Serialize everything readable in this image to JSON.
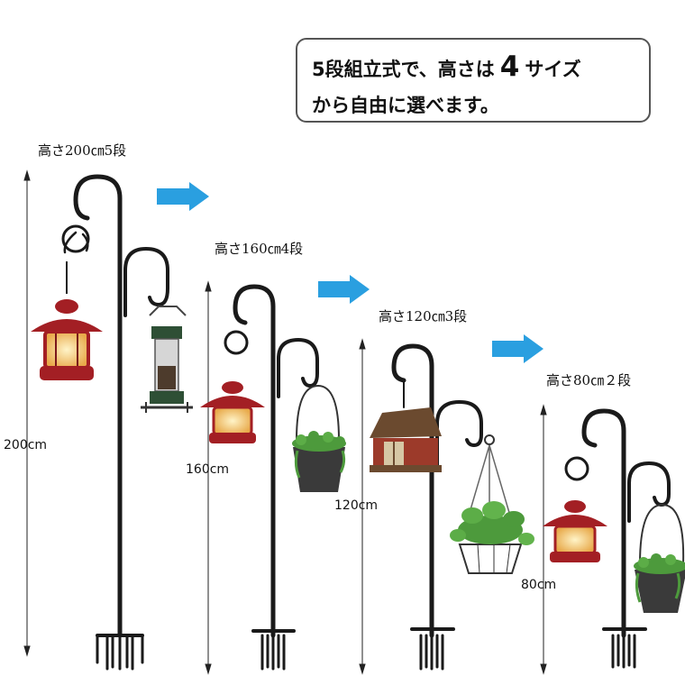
{
  "callout": {
    "line1_pre": "5段組立式で、高さは",
    "line1_num": "4",
    "line1_post": "サイズ",
    "line2": "から自由に選べます。"
  },
  "stands": [
    {
      "label": "高さ200㎝5段",
      "dimension": "200cm"
    },
    {
      "label": "高さ160㎝4段",
      "dimension": "160cm"
    },
    {
      "label": "高さ120㎝3段",
      "dimension": "120cm"
    },
    {
      "label": "高さ80㎝２段",
      "dimension": "80cm"
    }
  ],
  "colors": {
    "pole": "#1a1a1a",
    "arrow": "#2a9fe0",
    "lantern": "#a31f24",
    "lantern_glow": "#f5c76a",
    "plant": "#4d9a3c",
    "basket": "#3a3a3a",
    "birdhouse_roof": "#6b4a2f",
    "birdhouse_body": "#9c3a2a"
  }
}
